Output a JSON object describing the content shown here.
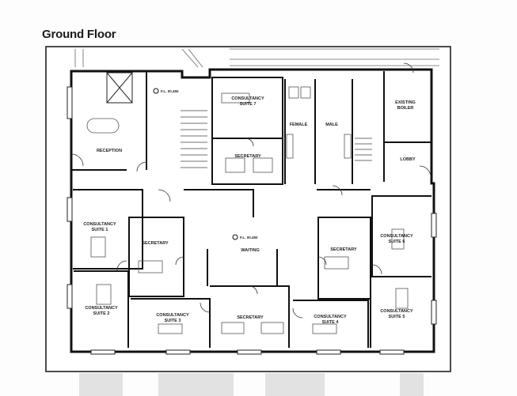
{
  "title": "Ground Floor",
  "level_marker": "F.L. 00.450",
  "rooms": {
    "reception": "RECEPTION",
    "suite7": [
      "CONSULTANCY",
      "SUITE 7"
    ],
    "secretary_top": "SECRETARY",
    "female": "FEMALE",
    "male": "MALE",
    "boiler": [
      "EXISTING",
      "BOILER"
    ],
    "lobby": "LOBBY",
    "suite1": [
      "CONSULTANCY",
      "SUITE 1"
    ],
    "secretary_left": "SECRETARY",
    "waiting": "WAITING",
    "secretary_right": "SECRETARY",
    "suite6": [
      "CONSULTANCY",
      "SUITE 6"
    ],
    "suite2": [
      "CONSULTANCY",
      "SUITE 2"
    ],
    "suite3": [
      "CONSULTANCY",
      "SUITE 3"
    ],
    "secretary_bottom": "SECRETARY",
    "suite4": [
      "CONSULTANCY",
      "SUITE 4"
    ],
    "suite5": [
      "CONSULTANCY",
      "SUITE 5"
    ]
  }
}
